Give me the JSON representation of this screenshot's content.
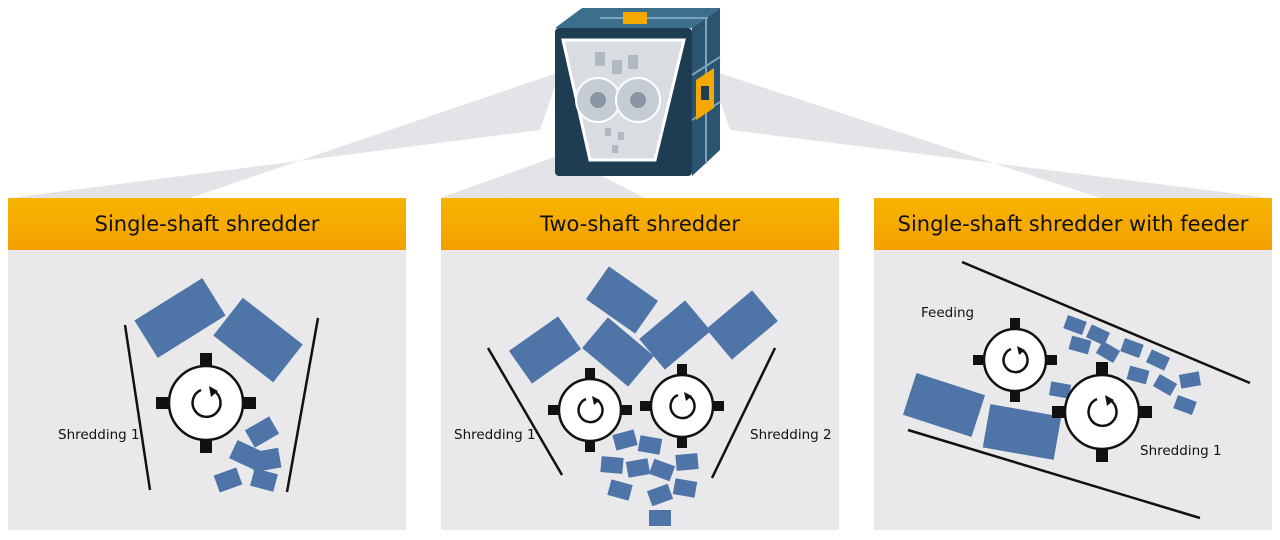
{
  "colors": {
    "header": "#f4a800",
    "panel_bg": "#e9e9ec",
    "fragment": "#4e74a8",
    "machine": "#1f3d52",
    "accent": "#f4a800"
  },
  "machine": {
    "icon": "shredder-machine-icon",
    "logo_icon": "brand-logo-icon"
  },
  "panels": [
    {
      "title": "Single-shaft shredder",
      "labels": [
        "Shredding 1"
      ]
    },
    {
      "title": "Two-shaft shredder",
      "labels": [
        "Shredding 1",
        "Shredding 2"
      ]
    },
    {
      "title": "Single-shaft shredder with feeder",
      "labels": [
        "Feeding",
        "Shredding 1"
      ]
    }
  ]
}
